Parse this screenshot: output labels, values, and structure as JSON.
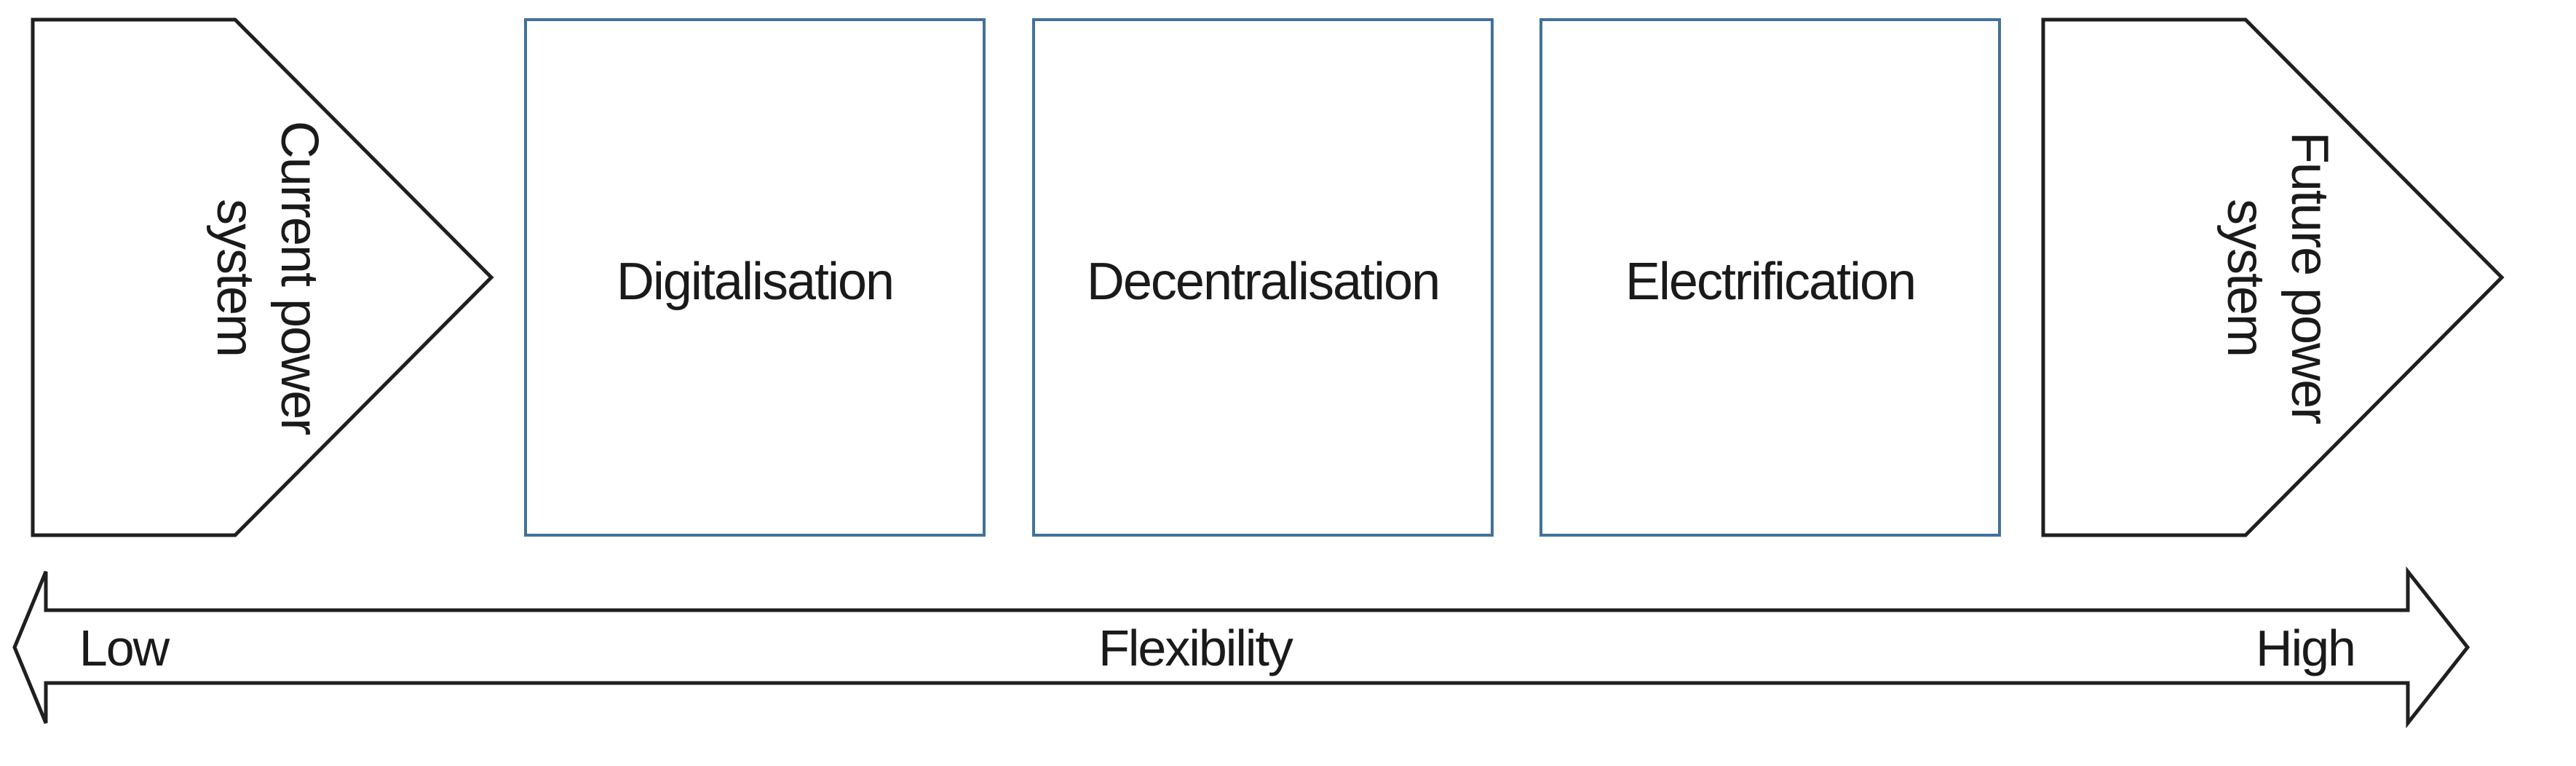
{
  "figure": {
    "description_role": "power-system-transition-diagram"
  },
  "colors": {
    "background": "#ffffff",
    "outline": "#1f1f1f",
    "box_border": "#41719C",
    "text": "#1a1a1a"
  },
  "pentagons": {
    "left": {
      "line1": "Current power",
      "line2": "system"
    },
    "right": {
      "line1": "Future power",
      "line2": "system"
    }
  },
  "boxes": [
    {
      "label": "Digitalisation"
    },
    {
      "label": "Decentralisation"
    },
    {
      "label": "Electrification"
    }
  ],
  "axis": {
    "left_label": "Low",
    "center_label": "Flexibility",
    "right_label": "High"
  }
}
